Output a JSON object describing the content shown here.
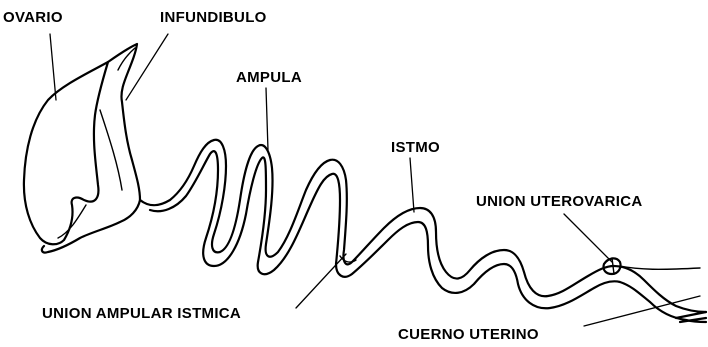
{
  "labels": {
    "ovario": "OVARIO",
    "infundibulo": "INFUNDIBULO",
    "ampula": "AMPULA",
    "istmo": "ISTMO",
    "union_uterovarica": "UNION UTEROVARICA",
    "union_ampular_istmica": "UNION AMPULAR ISTMICA",
    "cuerno_uterino": "CUERNO UTERINO"
  }
}
